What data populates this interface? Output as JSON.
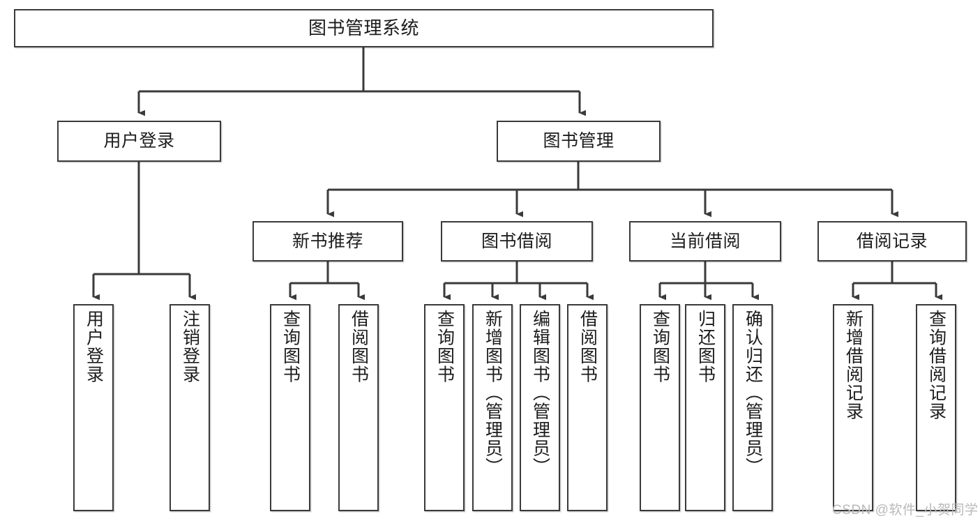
{
  "diagram": {
    "title": "图书管理系统",
    "type": "tree",
    "watermark": "CSDN @软件_小贺同学",
    "stroke_color": "#3a3a3a",
    "background_color": "#ffffff",
    "text_color": "#1c1c1c"
  },
  "nodes": {
    "root": {
      "label": "图书管理系统",
      "level": 1
    },
    "l2": [
      {
        "id": "user-login",
        "label": "用户登录",
        "level": 2
      },
      {
        "id": "book-manage",
        "label": "图书管理",
        "level": 2
      }
    ],
    "l3": [
      {
        "id": "new-book-recommend",
        "label": "新书推荐",
        "level": 3
      },
      {
        "id": "book-borrow",
        "label": "图书借阅",
        "level": 3
      },
      {
        "id": "current-borrow",
        "label": "当前借阅",
        "level": 3
      },
      {
        "id": "borrow-record",
        "label": "借阅记录",
        "level": 3
      }
    ],
    "leaves": [
      {
        "id": "leaf-user-login",
        "label": "用户登录",
        "parent": "user-login"
      },
      {
        "id": "leaf-logout",
        "label": "注销登录",
        "parent": "user-login"
      },
      {
        "id": "leaf-query-book-1",
        "label": "查询图书",
        "parent": "new-book-recommend"
      },
      {
        "id": "leaf-borrow-book-1",
        "label": "借阅图书",
        "parent": "new-book-recommend"
      },
      {
        "id": "leaf-query-book-2",
        "label": "查询图书",
        "parent": "book-borrow"
      },
      {
        "id": "leaf-add-book",
        "label": "新增图书（管理员）",
        "parent": "book-borrow"
      },
      {
        "id": "leaf-edit-book",
        "label": "编辑图书（管理员）",
        "parent": "book-borrow"
      },
      {
        "id": "leaf-borrow-book-2",
        "label": "借阅图书",
        "parent": "book-borrow"
      },
      {
        "id": "leaf-query-book-3",
        "label": "查询图书",
        "parent": "current-borrow"
      },
      {
        "id": "leaf-return-book",
        "label": "归还图书",
        "parent": "current-borrow"
      },
      {
        "id": "leaf-confirm-return",
        "label": "确认归还（管理员）",
        "parent": "current-borrow"
      },
      {
        "id": "leaf-add-record",
        "label": "新增借阅记录",
        "parent": "borrow-record"
      },
      {
        "id": "leaf-query-record",
        "label": "查询借阅记录",
        "parent": "borrow-record"
      }
    ]
  }
}
